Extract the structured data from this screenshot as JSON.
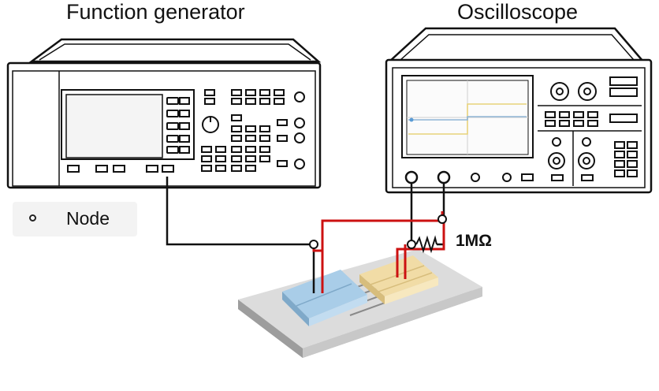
{
  "labels": {
    "function_generator": "Function generator",
    "oscilloscope": "Oscilloscope",
    "legend_node": "Node",
    "resistor_value": "1MΩ"
  },
  "colors": {
    "wire_black": "#111111",
    "wire_red": "#cc1111",
    "substrate": "#d9d9d9",
    "electrode_left": "#a9cde8",
    "electrode_right": "#f1dca6",
    "trace_yellow": "#e8d37a",
    "trace_blue": "#8fb5d6"
  },
  "icons": [
    "node-circle-icon",
    "resistor-icon",
    "knob-icon"
  ]
}
